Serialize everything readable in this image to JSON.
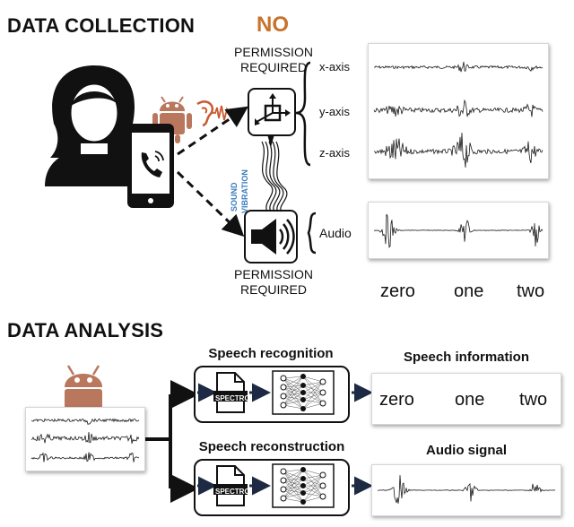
{
  "collection": {
    "title": "DATA COLLECTION",
    "no_label": "NO",
    "permission_top": [
      "PERMISSION",
      "REQUIRED"
    ],
    "permission_bottom": [
      "PERMISSION",
      "REQUIRED"
    ],
    "sound_vibration": [
      "SOUND",
      "VIBRATION"
    ],
    "axes": [
      "x-axis",
      "y-axis",
      "z-axis"
    ],
    "audio_label": "Audio",
    "words": [
      "zero",
      "one",
      "two"
    ]
  },
  "analysis": {
    "title": "DATA ANALYSIS",
    "speech_recognition": "Speech recognition",
    "speech_reconstruction": "Speech reconstruction",
    "speech_information": "Speech information",
    "audio_signal": "Audio signal",
    "spectro_label": "SPECTRO",
    "words": [
      "zero",
      "one",
      "two"
    ]
  },
  "colors": {
    "android": "#b9775d",
    "no": "#c8722c",
    "vibration_text": "#3b7dbd",
    "ear_wave": "#c85a30"
  },
  "icons": [
    "person-icon",
    "phone-icon",
    "android-icon",
    "ear-icon",
    "accelerometer-icon",
    "speaker-icon",
    "document-icon",
    "neural-network-icon",
    "arrow-icon"
  ]
}
